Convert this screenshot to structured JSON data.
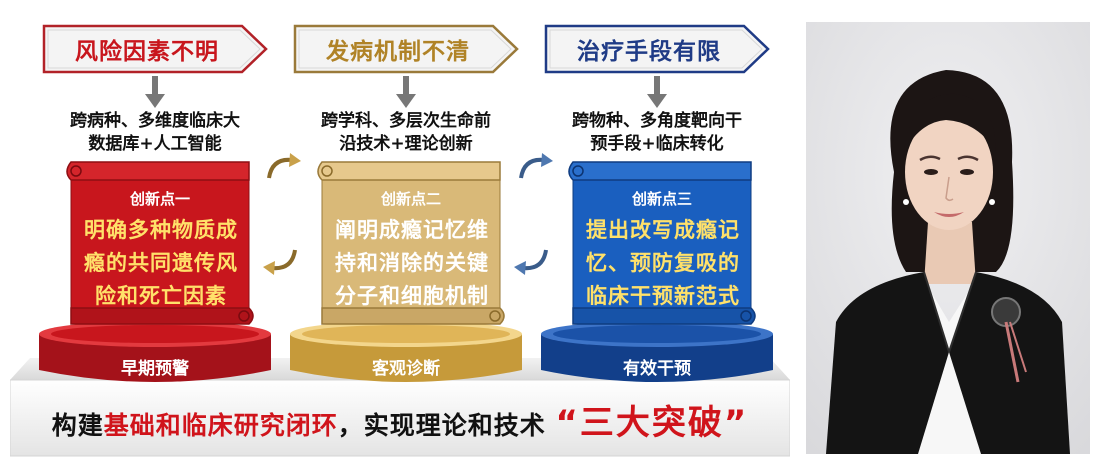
{
  "colors": {
    "red": "#c8161d",
    "gold": "#c49a3c",
    "blue": "#1a4fa0",
    "dark_red_text": "#d0141b"
  },
  "challenges": [
    {
      "label": "风险因素不明",
      "color": "#c8161d"
    },
    {
      "label": "发病机制不清",
      "color": "#b08327"
    },
    {
      "label": "治疗手段有限",
      "color": "#1f3b86"
    }
  ],
  "methods": [
    {
      "line1": "跨病种、多维度临床大",
      "line2": "数据库+人工智能"
    },
    {
      "line1": "跨学科、多层次生命前",
      "line2": "沿技术+理论创新"
    },
    {
      "line1": "跨物种、多角度靶向干",
      "line2": "预手段+临床转化"
    }
  ],
  "innovations": [
    {
      "title": "创新点一",
      "line1": "明确多种物质成",
      "line2": "瘾的共同遗传风",
      "line3": "险和死亡因素"
    },
    {
      "title": "创新点二",
      "line1": "阐明成瘾记忆维",
      "line2": "持和消除的关键",
      "line3": "分子和细胞机制"
    },
    {
      "title": "创新点三",
      "line1": "提出改写成瘾记",
      "line2": "忆、预防复吸的",
      "line3": "临床干预新范式"
    }
  ],
  "pedestals": [
    "早期预警",
    "客观诊断",
    "有效干预"
  ],
  "bottom": {
    "part1": "构建",
    "part2": "基础和临床研究闭环",
    "part3": "，实现理论和技术",
    "part4": "“三大突破”"
  },
  "photo": {
    "icon": "person-portrait"
  }
}
